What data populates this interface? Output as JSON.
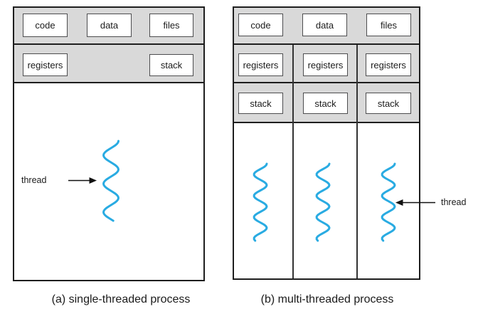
{
  "figure": {
    "left": {
      "boxes": [
        "code",
        "data",
        "files",
        "registers",
        "stack"
      ],
      "thread_label": "thread",
      "caption": "(a) single-threaded process"
    },
    "right": {
      "top_boxes": [
        "code",
        "data",
        "files"
      ],
      "registers_boxes": [
        "registers",
        "registers",
        "registers"
      ],
      "stack_boxes": [
        "stack",
        "stack",
        "stack"
      ],
      "thread_label": "thread",
      "caption": "(b) multi-threaded process"
    },
    "colors": {
      "thread_stroke": "#29abe2",
      "band_fill": "#d9d9d9",
      "line": "#1e1e1e"
    }
  }
}
